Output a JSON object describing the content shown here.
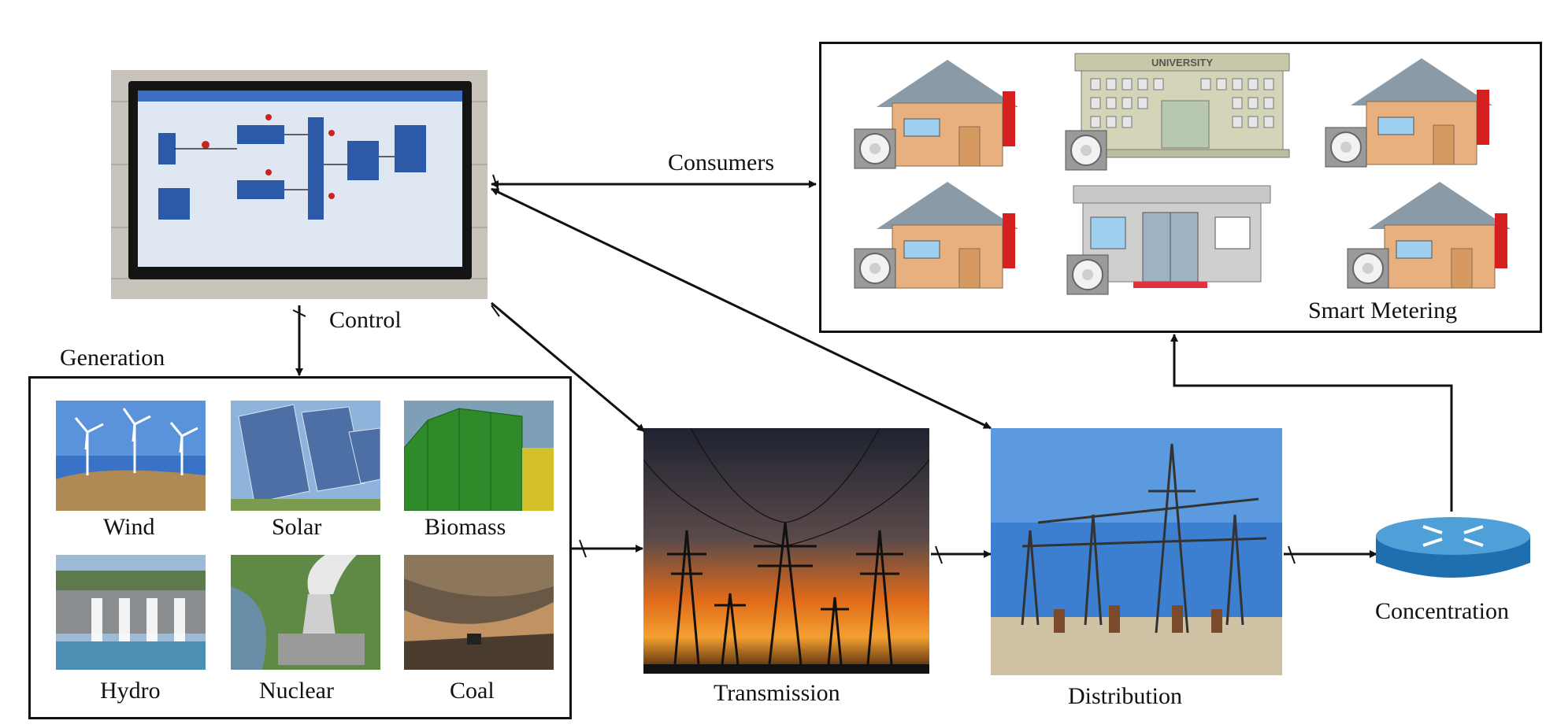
{
  "labels": {
    "control": "Control",
    "consumers": "Consumers",
    "generation": "Generation",
    "smart_metering": "Smart Metering",
    "transmission": "Transmission",
    "distribution": "Distribution",
    "concentration": "Concentration"
  },
  "generation_sources": [
    {
      "label": "Wind"
    },
    {
      "label": "Solar"
    },
    {
      "label": "Biomass"
    },
    {
      "label": "Hydro"
    },
    {
      "label": "Nuclear"
    },
    {
      "label": "Coal"
    }
  ],
  "university_sign": "UNIVERSITY",
  "colors": {
    "arrow": "#111111",
    "house_wall": "#e8b07f",
    "house_roof": "#8a9aa6",
    "sky_blue": "#3a72c8",
    "sunset": "#e06a1a"
  }
}
